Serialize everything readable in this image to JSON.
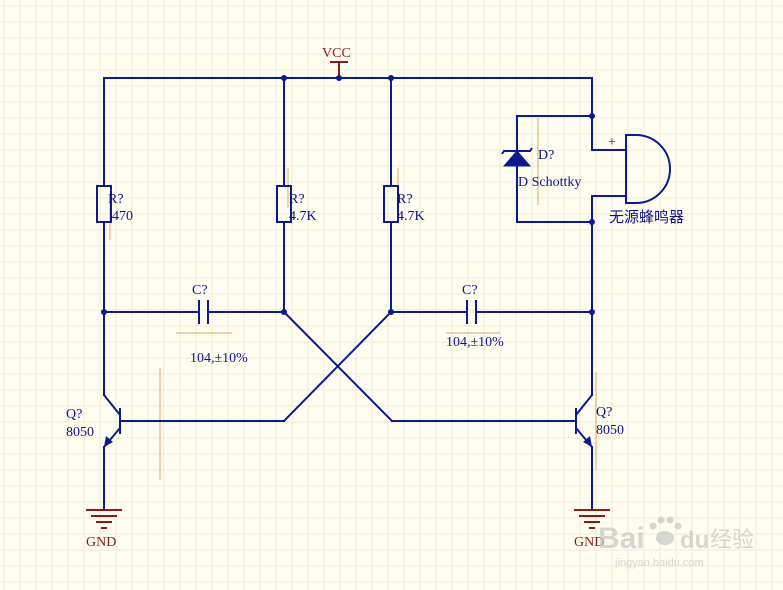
{
  "power": {
    "vcc": "VCC",
    "gnd_left": "GND",
    "gnd_right": "GND"
  },
  "resistors": [
    {
      "ref": "R?",
      "value": "470"
    },
    {
      "ref": "R?",
      "value": "4.7K"
    },
    {
      "ref": "R?",
      "value": "4.7K"
    }
  ],
  "capacitors": [
    {
      "ref": "C?",
      "value": "104,±10%"
    },
    {
      "ref": "C?",
      "value": "104,±10%"
    }
  ],
  "transistors": [
    {
      "ref": "Q?",
      "value": "8050"
    },
    {
      "ref": "Q?",
      "value": "8050"
    }
  ],
  "diode": {
    "ref": "D?",
    "value": "D Schottky"
  },
  "buzzer": {
    "label": "无源蜂鸣器",
    "plus": "+"
  },
  "watermark": {
    "brand": "Bai",
    "brand2": "du",
    "brand_cn": "经验",
    "url": "jingyan.baidu.com"
  },
  "colors": {
    "wire": "#0b1a8f",
    "power": "#8b1a1a",
    "background": "#fffdf0"
  }
}
